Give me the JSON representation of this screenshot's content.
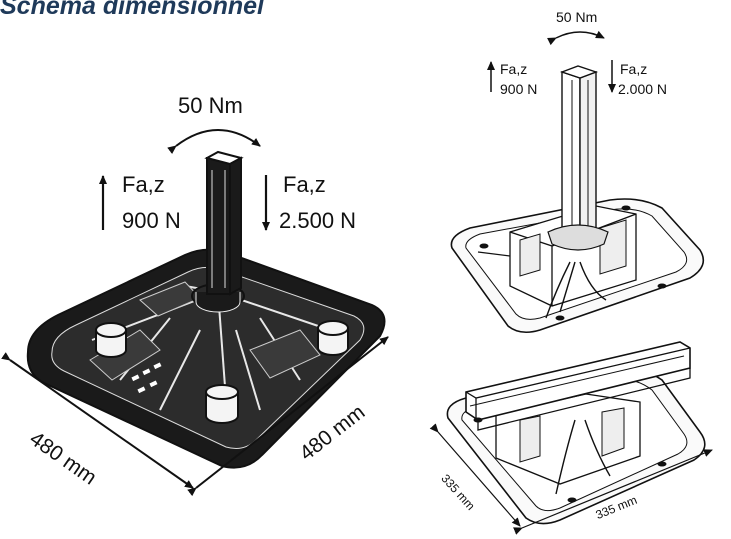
{
  "title": "Schéma dimensionnel",
  "left_product": {
    "torque": "50 Nm",
    "force_label_left": "Fa,z",
    "force_value_left": "900 N",
    "force_label_right": "Fa,z",
    "force_value_right": "2.500 N",
    "dim_left": "480 mm",
    "dim_right": "480 mm"
  },
  "top_right_product": {
    "torque": "50 Nm",
    "force_label_left": "Fa,z",
    "force_value_left": "900 N",
    "force_label_right": "Fa,z",
    "force_value_right": "2.000 N"
  },
  "bottom_right_product": {
    "dim_left": "335 mm",
    "dim_right": "335 mm"
  },
  "icons": [
    "torque-arrow-icon",
    "force-up-arrow-icon",
    "force-down-arrow-icon",
    "dimension-arrow-icon"
  ]
}
